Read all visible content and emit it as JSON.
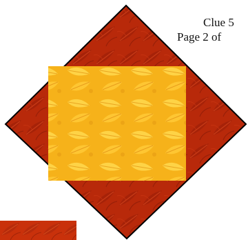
{
  "clue": {
    "line1": "Clue 5",
    "line2": "Page 2 of"
  },
  "colors": {
    "border_fabric": "#b8290a",
    "border_fabric_dark": "#7a1505",
    "center_fabric": "#f6b21a",
    "center_fabric_light": "#ffd84a",
    "outline": "#000000"
  },
  "graphics": {
    "block": "quilt-block-image",
    "strip": "fabric-strip-image"
  }
}
